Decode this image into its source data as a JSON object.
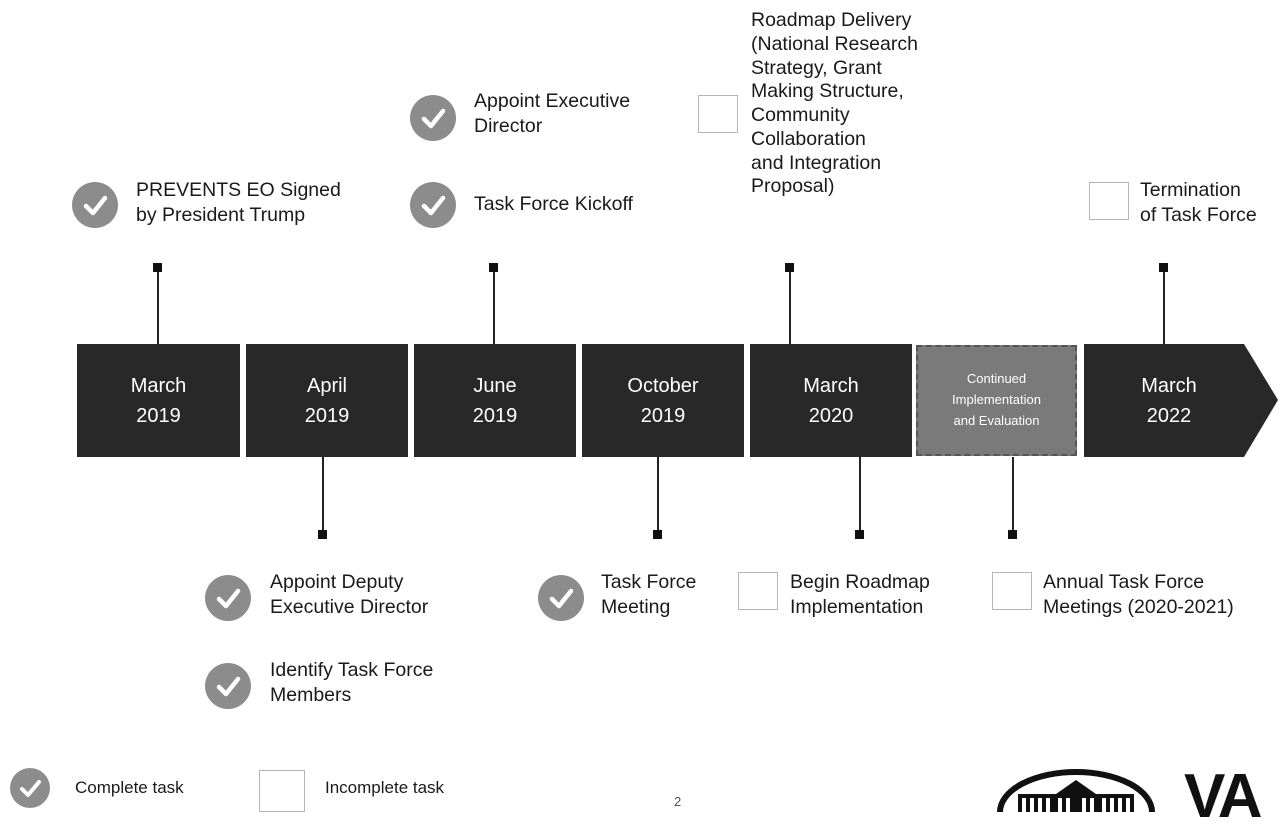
{
  "timeline": [
    {
      "month": "March",
      "year": "2019"
    },
    {
      "month": "April",
      "year": "2019"
    },
    {
      "month": "June",
      "year": "2019"
    },
    {
      "month": "October",
      "year": "2019"
    },
    {
      "month": "March",
      "year": "2020"
    },
    {
      "line1": "Continued",
      "line2": "Implementation",
      "line3": "and Evaluation"
    },
    {
      "month": "March",
      "year": "2022"
    }
  ],
  "tasks_above": {
    "prevents_eo": {
      "line1": "PREVENTS EO Signed",
      "line2": "by President Trump",
      "status": "complete"
    },
    "appoint_exec": {
      "line1": "Appoint Executive",
      "line2": "Director",
      "status": "complete"
    },
    "kickoff": {
      "line1": "Task Force Kickoff",
      "status": "complete"
    },
    "roadmap_delivery": {
      "lines": [
        "Roadmap Delivery",
        "(National Research",
        "Strategy, Grant",
        "Making Structure,",
        "Community",
        "Collaboration",
        "and Integration",
        "Proposal)"
      ],
      "status": "incomplete"
    },
    "termination": {
      "line1": "Termination",
      "line2": "of Task Force",
      "status": "incomplete"
    }
  },
  "tasks_below": {
    "appoint_deputy": {
      "line1": "Appoint Deputy",
      "line2": "Executive Director",
      "status": "complete"
    },
    "identify_members": {
      "line1": "Identify Task Force",
      "line2": "Members",
      "status": "complete"
    },
    "tf_meeting": {
      "line1": "Task Force",
      "line2": "Meeting",
      "status": "complete"
    },
    "begin_roadmap": {
      "line1": "Begin Roadmap",
      "line2": "Implementation",
      "status": "incomplete"
    },
    "annual_meetings": {
      "line1": "Annual Task Force",
      "line2": "Meetings (2020-2021)",
      "status": "incomplete"
    }
  },
  "legend": {
    "complete": "Complete task",
    "incomplete": "Incomplete task"
  },
  "page_number": "2",
  "logo_text": "VA",
  "colors": {
    "box": "#282828",
    "special_box": "#7a7a7a",
    "check": "#8c8c8c"
  }
}
